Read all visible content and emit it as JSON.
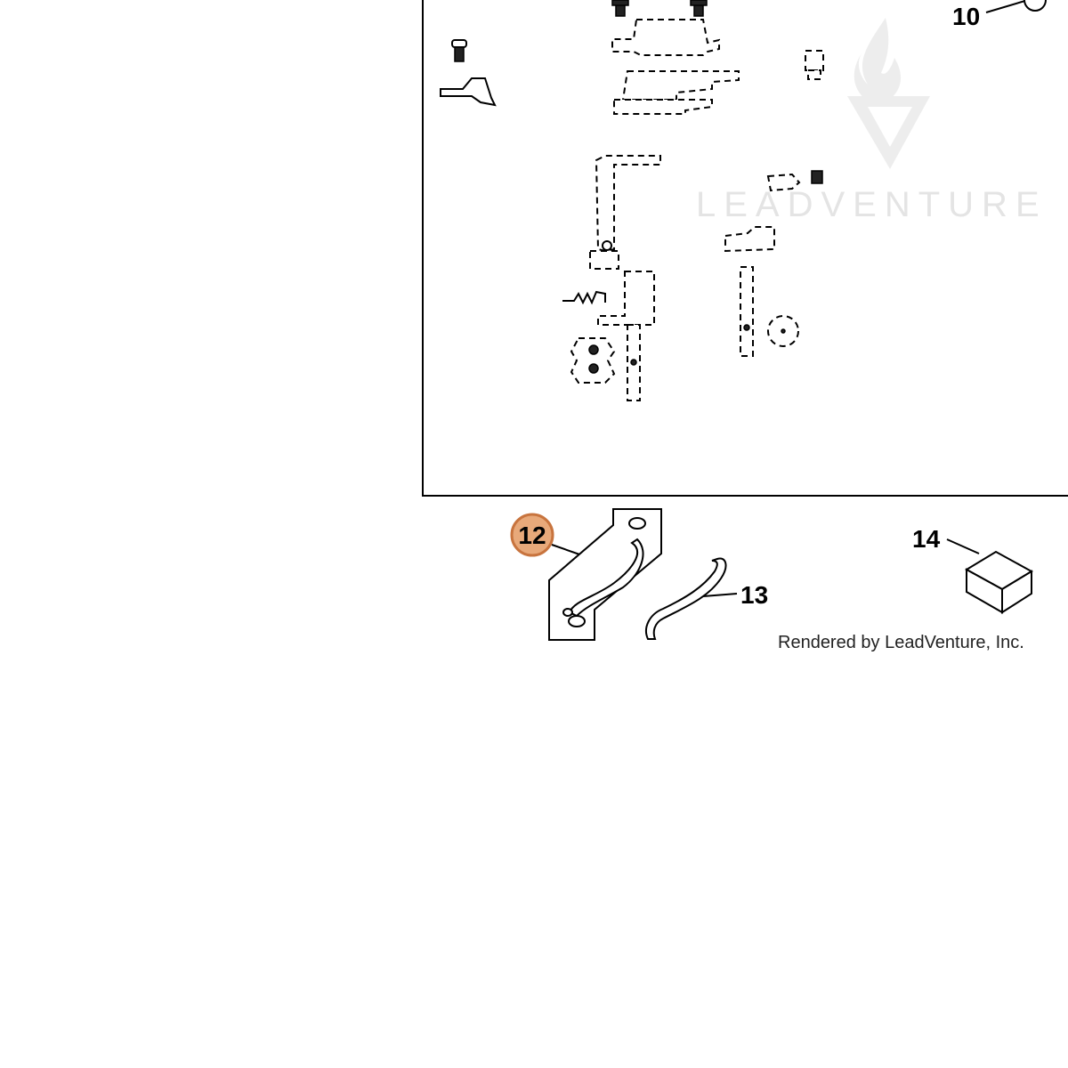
{
  "diagram": {
    "watermark_text": "LEADVENTURE",
    "credit": "Rendered by LeadVenture, Inc.",
    "callouts": {
      "c10": "10",
      "c12": "12",
      "c13": "13",
      "c14": "14"
    },
    "highlight_color": "#e8a97a",
    "highlight_border": "#c8743e"
  }
}
